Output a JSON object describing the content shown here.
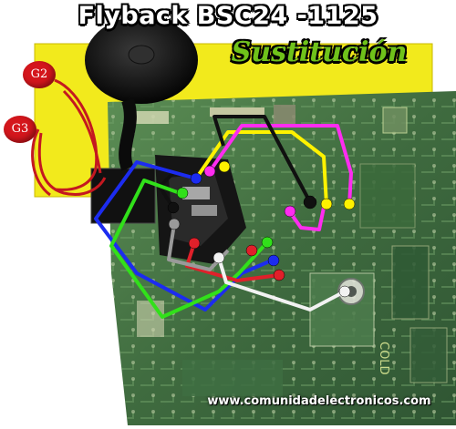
{
  "title": "Flyback BSC24 -1125",
  "subtitle": "Sustitución",
  "labels": {
    "g2": "G2",
    "g3": "G3",
    "cold": "COLD"
  },
  "footer": "www.comunidadelectronicos.com",
  "colors": {
    "yellow_frame": "#f2ea1c",
    "board_green": "#4a7a45",
    "wire_red": "#e0202a",
    "wire_magenta": "#ff2cf0",
    "wire_yellow": "#fff200",
    "wire_blue": "#1c2cf0",
    "wire_green": "#31e01a",
    "wire_black": "#101010",
    "wire_white": "#f2f2f2",
    "wire_gray": "#9a9a9a"
  }
}
